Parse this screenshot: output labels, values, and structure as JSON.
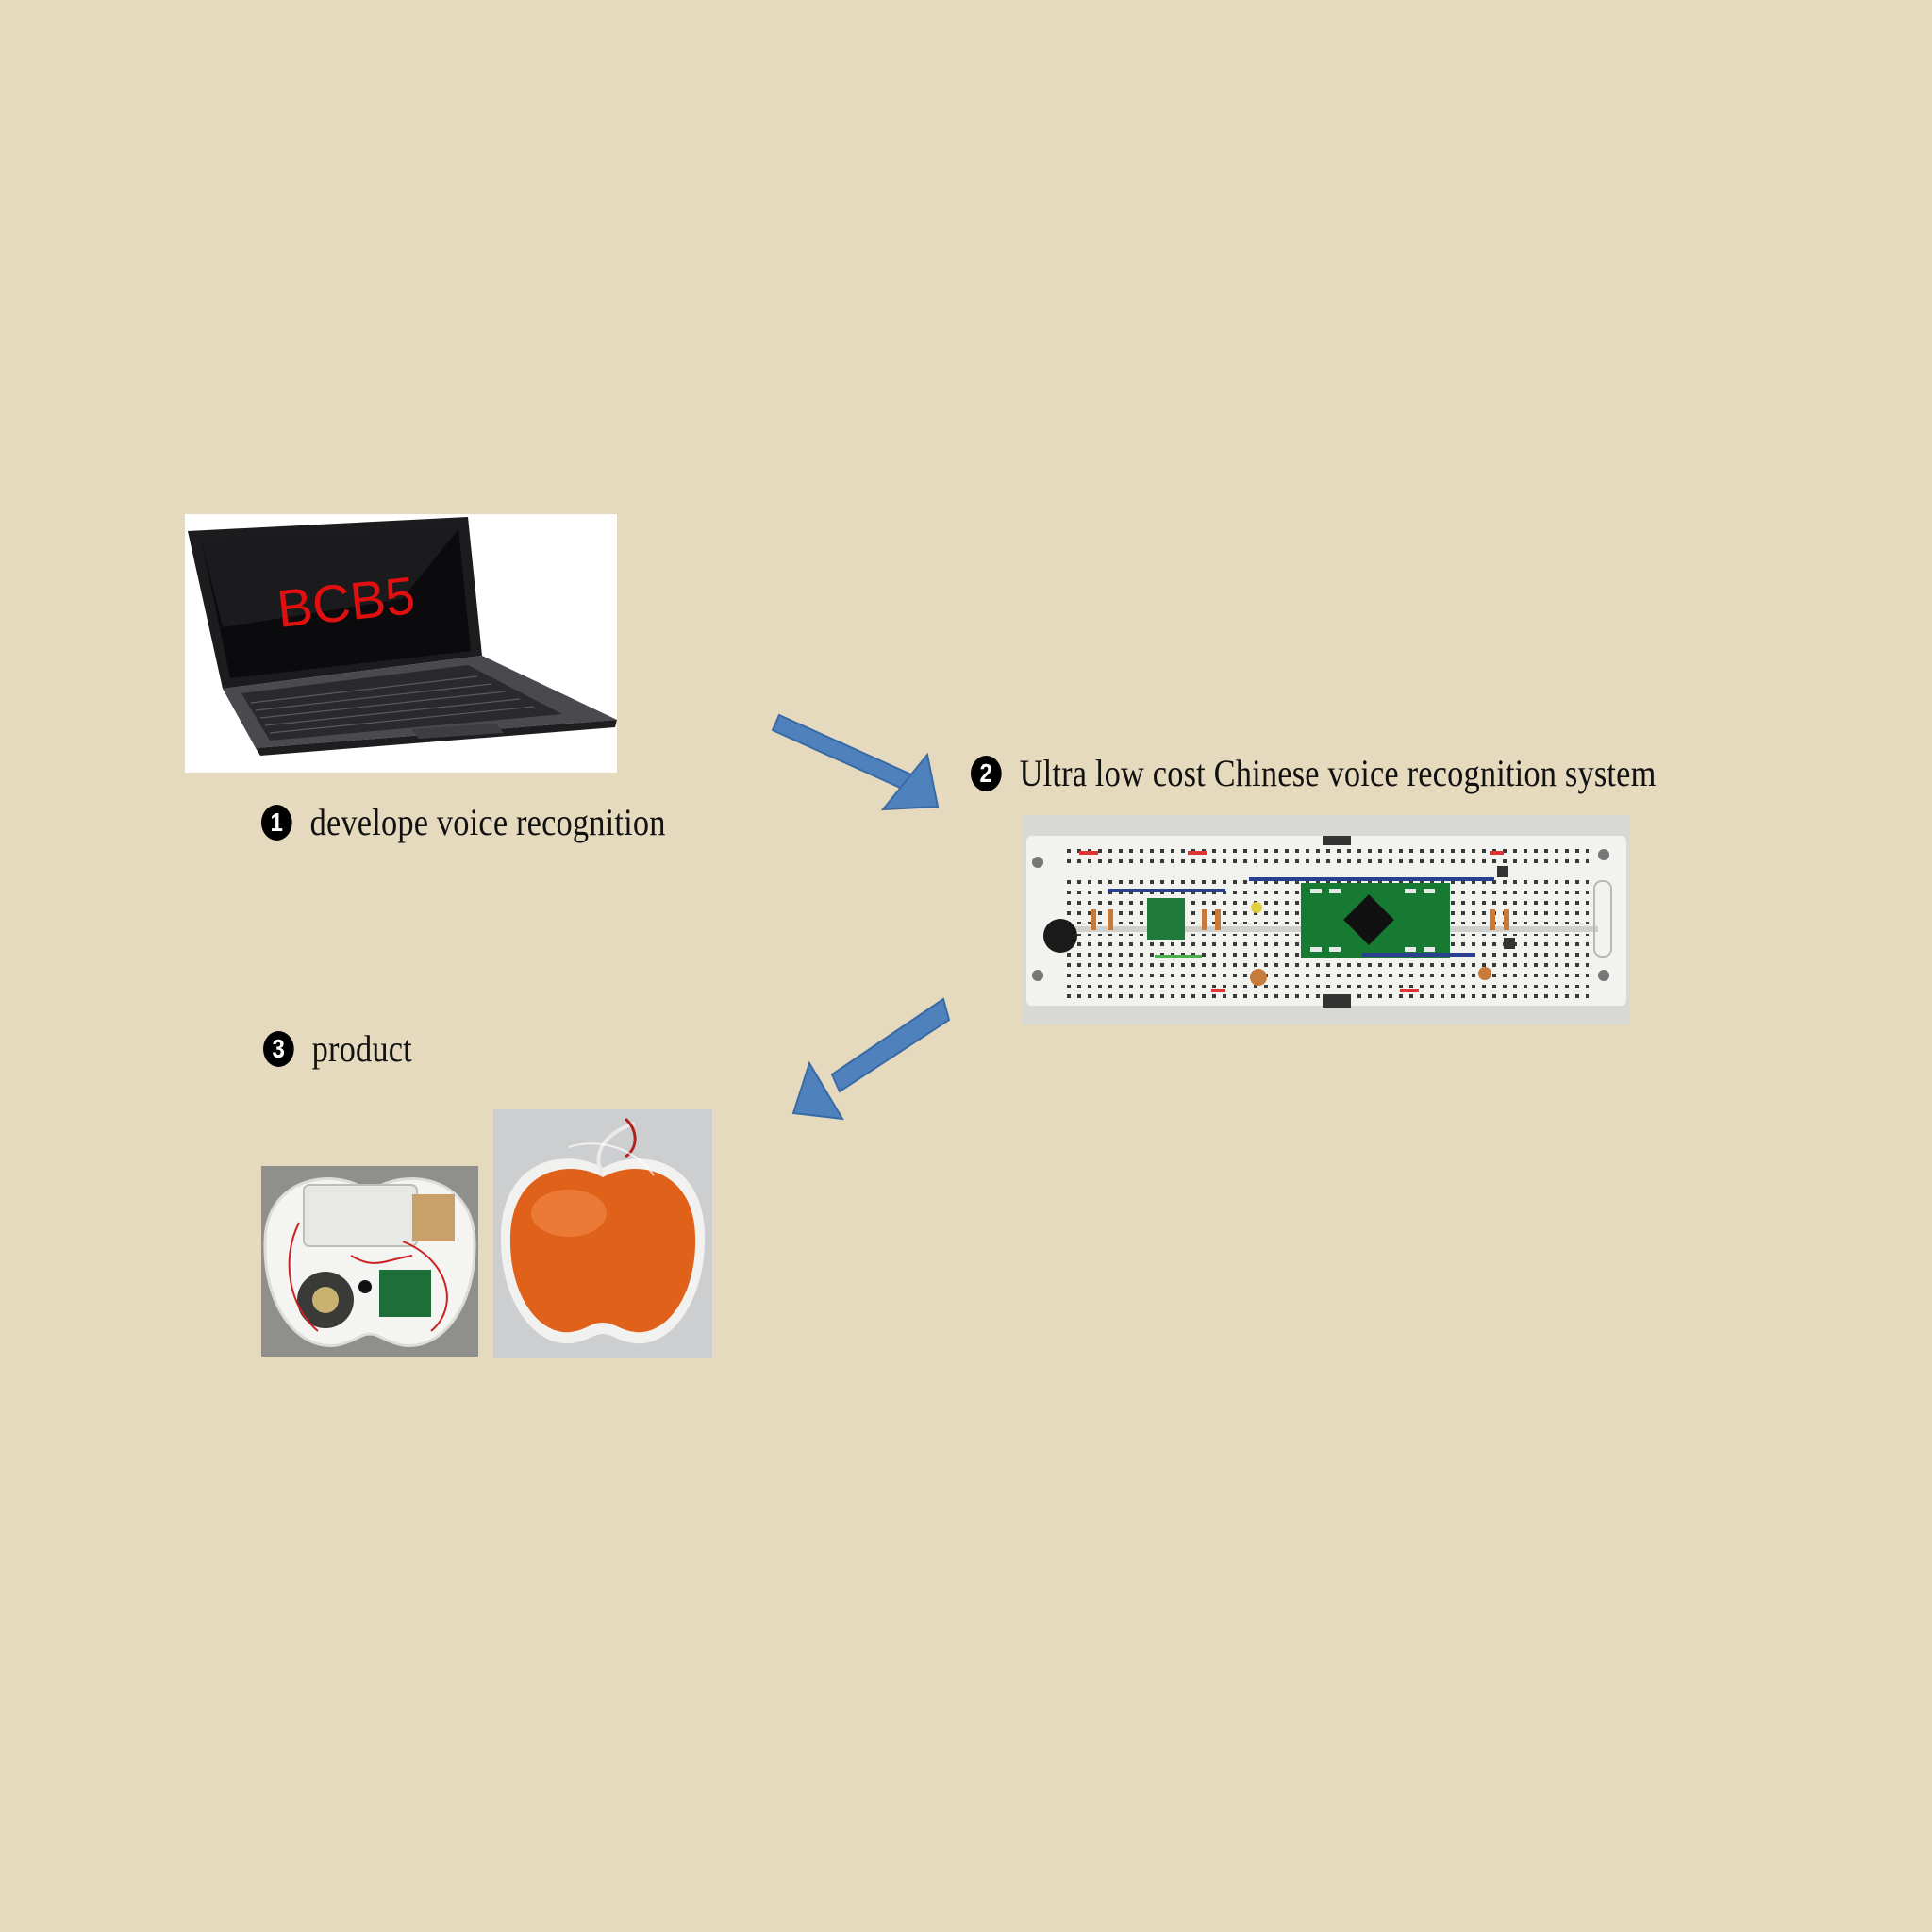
{
  "steps": [
    {
      "number": "1",
      "text": "develope voice recognition"
    },
    {
      "number": "2",
      "text": "Ultra low cost Chinese voice recognition system"
    },
    {
      "number": "3",
      "text": "product"
    }
  ],
  "laptop_screen_text": "BCB5",
  "colors": {
    "background": "#e5dabe",
    "arrow": "#4f81bd",
    "arrow_stroke": "#3a6aa5",
    "screen_text": "#e01010",
    "apple_orange": "#e0621a"
  }
}
